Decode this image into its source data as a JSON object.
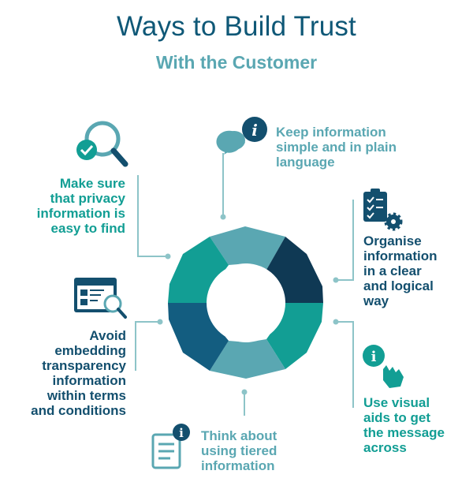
{
  "title": "Ways to Build Trust",
  "subtitle": "With the Customer",
  "items": [
    {
      "id": "privacy",
      "text": [
        "Make sure",
        "that privacy",
        "information is",
        "easy to find"
      ],
      "icon": "magnifier-check-icon",
      "color": "#129e94"
    },
    {
      "id": "simple",
      "text": [
        "Keep information",
        "simple and in plain",
        "language"
      ],
      "icon": "speech-bubbles-info-icon",
      "color": "#5aa7b2"
    },
    {
      "id": "organise",
      "text": [
        "Organise",
        "information",
        "in a clear",
        "and logical",
        "way"
      ],
      "icon": "clipboard-gear-icon",
      "color": "#134f6e"
    },
    {
      "id": "visual",
      "text": [
        "Use visual",
        "aids to get",
        "the message",
        "across"
      ],
      "icon": "info-pointer-hand-icon",
      "color": "#129e94"
    },
    {
      "id": "tiered",
      "text": [
        "Think about",
        "using tiered",
        "information"
      ],
      "icon": "document-info-icon",
      "color": "#5aa7b2"
    },
    {
      "id": "terms",
      "text": [
        "Avoid",
        "embedding",
        "transparency",
        "information",
        "within terms",
        "and conditions"
      ],
      "icon": "browser-search-icon",
      "color": "#134f6e"
    }
  ],
  "colors": {
    "navy": "#0f3954",
    "dark_teal": "#129e94",
    "light_teal": "#5aa7b2",
    "mid_blue": "#135d80",
    "title": "#0f5877"
  }
}
